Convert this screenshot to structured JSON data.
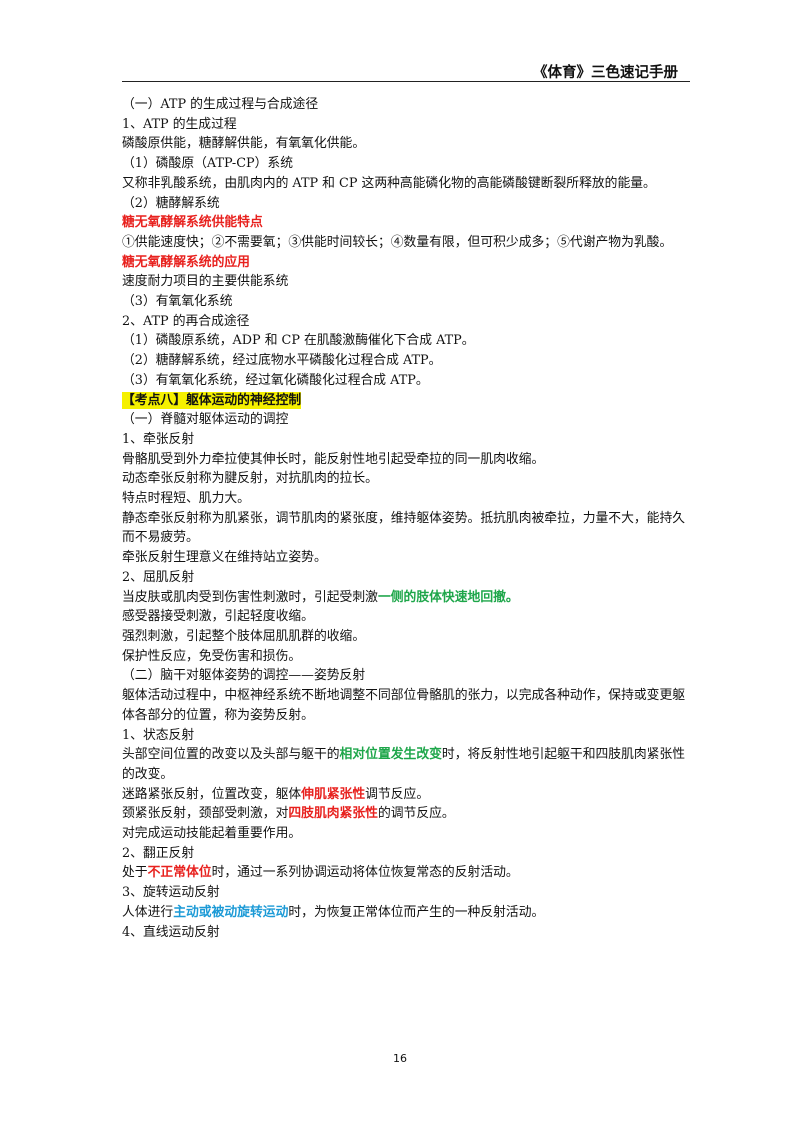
{
  "header": {
    "title": "《体育》三色速记手册"
  },
  "lines": {
    "l1": "（一）ATP 的生成过程与合成途径",
    "l2": "1、ATP 的生成过程",
    "l3": "磷酸原供能，糖酵解供能，有氧氧化供能。",
    "l4": "（1）磷酸原（ATP-CP）系统",
    "l5": "又称非乳酸系统，由肌肉内的 ATP 和 CP 这两种高能磷化物的高能磷酸键断裂所释放的能量。",
    "l6": "（2）糖酵解系统",
    "l7": "糖无氧酵解系统供能特点",
    "l8": "①供能速度快；②不需要氧；③供能时间较长；④数量有限，但可积少成多；⑤代谢产物为乳酸。",
    "l9": "糖无氧酵解系统的应用",
    "l10": "速度耐力项目的主要供能系统",
    "l11": "（3）有氧氧化系统",
    "l12": "2、ATP 的再合成途径",
    "l13": "（1）磷酸原系统，ADP 和 CP 在肌酸激酶催化下合成 ATP。",
    "l14": "（2）糖酵解系统，经过底物水平磷酸化过程合成 ATP。",
    "l15": "（3）有氧氧化系统，经过氧化磷酸化过程合成 ATP。",
    "l16": "【考点八】躯体运动的神经控制",
    "l17": "（一）脊髓对躯体运动的调控",
    "l18": "1、牵张反射",
    "l19": "骨骼肌受到外力牵拉使其伸长时，能反射性地引起受牵拉的同一肌肉收缩。",
    "l20": "动态牵张反射称为腱反射，对抗肌肉的拉长。",
    "l21": "特点时程短、肌力大。",
    "l22": "静态牵张反射称为肌紧张，调节肌肉的紧张度，维持躯体姿势。抵抗肌肉被牵拉，力量不大，能持久而不易疲劳。",
    "l23": "牵张反射生理意义在维持站立姿势。",
    "l24": "2、屈肌反射",
    "l25a": "当皮肤或肌肉受到伤害性刺激时，引起受刺激",
    "l25b": "一侧的肢体快速地回撤。",
    "l26": "感受器接受刺激，引起轻度收缩。",
    "l27": "强烈刺激，引起整个肢体屈肌肌群的收缩。",
    "l28": "保护性反应，免受伤害和损伤。",
    "l29": "（二）脑干对躯体姿势的调控——姿势反射",
    "l30": "躯体活动过程中，中枢神经系统不断地调整不同部位骨骼肌的张力，以完成各种动作，保持或变更躯体各部分的位置，称为姿势反射。",
    "l31": "1、状态反射",
    "l32a": "头部空间位置的改变以及头部与躯干的",
    "l32b": "相对位置发生改变",
    "l32c": "时，将反射性地引起躯干和四肢肌肉紧张性的改变。",
    "l33a": "迷路紧张反射，位置改变，躯体",
    "l33b": "伸肌紧张性",
    "l33c": "调节反应。",
    "l34a": "颈紧张反射，颈部受刺激，对",
    "l34b": "四肢肌肉紧张性",
    "l34c": "的调节反应。",
    "l35": "对完成运动技能起着重要作用。",
    "l36": "2、翻正反射",
    "l37a": "处于",
    "l37b": "不正常体位",
    "l37c": "时，通过一系列协调运动将体位恢复常态的反射活动。",
    "l38": "3、旋转运动反射",
    "l39a": "人体进行",
    "l39b": "主动或被动旋转运动",
    "l39c": "时，为恢复正常体位而产生的一种反射活动。",
    "l40": "4、直线运动反射"
  },
  "page_number": "16"
}
